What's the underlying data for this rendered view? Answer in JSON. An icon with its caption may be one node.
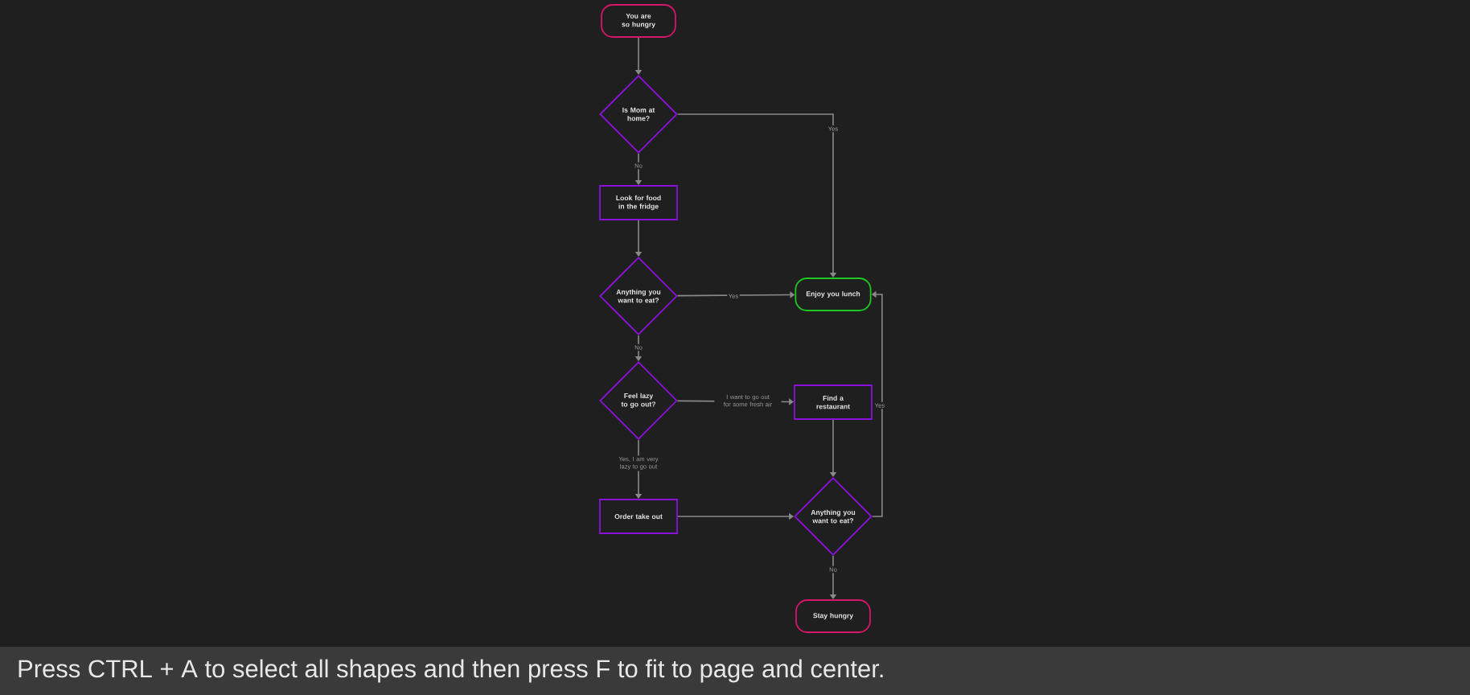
{
  "diagram": {
    "nodes": [
      {
        "text": [
          "You are so hungry"
        ]
      },
      {
        "text": [
          "Is Mom at home?"
        ]
      },
      {
        "text": [
          "Look for food in the fridge"
        ]
      },
      {
        "text": [
          "Anything you want to eat?"
        ]
      },
      {
        "text": [
          "Enjoy you lunch"
        ]
      },
      {
        "text": [
          "Feel lazy to go out?"
        ]
      },
      {
        "text": [
          "Find a restaurant"
        ]
      },
      {
        "text": [
          "Order take out"
        ]
      },
      {
        "text": [
          "Anything you want to eat?"
        ]
      },
      {
        "text": [
          "Stay hungry"
        ]
      }
    ],
    "edges": [
      {
        "from": 0,
        "to": 1,
        "arrow": "to"
      },
      {
        "from": 1,
        "to": 4,
        "arrow": "to",
        "label": "Yes"
      },
      {
        "from": 1,
        "to": 2,
        "arrow": "to",
        "label": "No"
      },
      {
        "from": 2,
        "to": 3,
        "arrow": "to"
      },
      {
        "from": 3,
        "to": 4,
        "arrow": "to",
        "label": "Yes"
      },
      {
        "from": 3,
        "to": 5,
        "arrow": "to",
        "label": "No"
      },
      {
        "from": 5,
        "to": 6,
        "arrow": "to",
        "label": "I want to go out for some fresh air"
      },
      {
        "from": 5,
        "to": 7,
        "arrow": "to",
        "label": "Yes, I am very lazy to go out"
      },
      {
        "from": 6,
        "to": 8,
        "arrow": "to"
      },
      {
        "from": 7,
        "to": 8,
        "arrow": "to"
      },
      {
        "from": 8,
        "to": 4,
        "arrow": "to",
        "label": "Yes"
      },
      {
        "from": 8,
        "to": 9,
        "arrow": "to",
        "label": "No"
      }
    ],
    "labels": [
      "Press CTRL + A to select all shapes and then press F to fit to page and center."
    ]
  }
}
